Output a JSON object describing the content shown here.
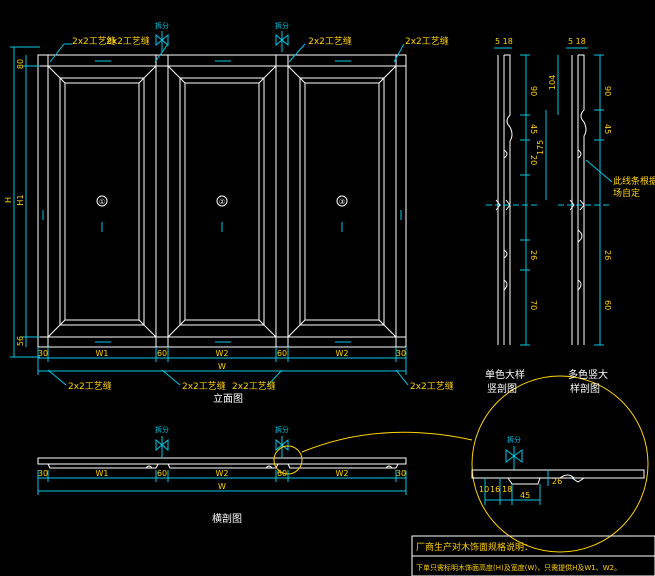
{
  "labels": {
    "chaifen": "拆分",
    "gongyi_feng": "2x2工艺缝",
    "elevation_title": "立面图",
    "cross_title": "横剖图",
    "single_title_l1": "单色大样",
    "single_title_l2": "竖剖图",
    "multi_title_l1": "多色竖大",
    "multi_title_l2": "样剖图",
    "profile_note_l1": "此线条根据现",
    "profile_note_l2": "场自定",
    "note_heading": "厂商生产对木饰面规格说明：",
    "note_body": "下单只需标明木饰面高度(H)及宽度(W)，只需提供H及W1、W2。"
  },
  "panels": [
    {
      "num": "①",
      "w_label": "W1"
    },
    {
      "num": "②",
      "w_label": "W2"
    },
    {
      "num": "③",
      "w_label": "W2"
    }
  ],
  "dims": {
    "edge_30": "30",
    "mid_60": "60",
    "top_80": "80",
    "bottom_56": "56",
    "h": "H",
    "w": "W",
    "h1": "H1",
    "w1": "W1",
    "w2": "W2"
  },
  "profile_dims": {
    "top_pair": "5 18",
    "top_pair_right": "5 18",
    "d90": "90",
    "d104": "104",
    "d45": "45",
    "d26": "26",
    "d20": "20",
    "d175": "175",
    "d70": "70",
    "d60": "60",
    "d26b": "26"
  },
  "detail_dims": {
    "d10": "10",
    "d45": "45",
    "d16": "16",
    "d18": "18",
    "d26": "26"
  }
}
